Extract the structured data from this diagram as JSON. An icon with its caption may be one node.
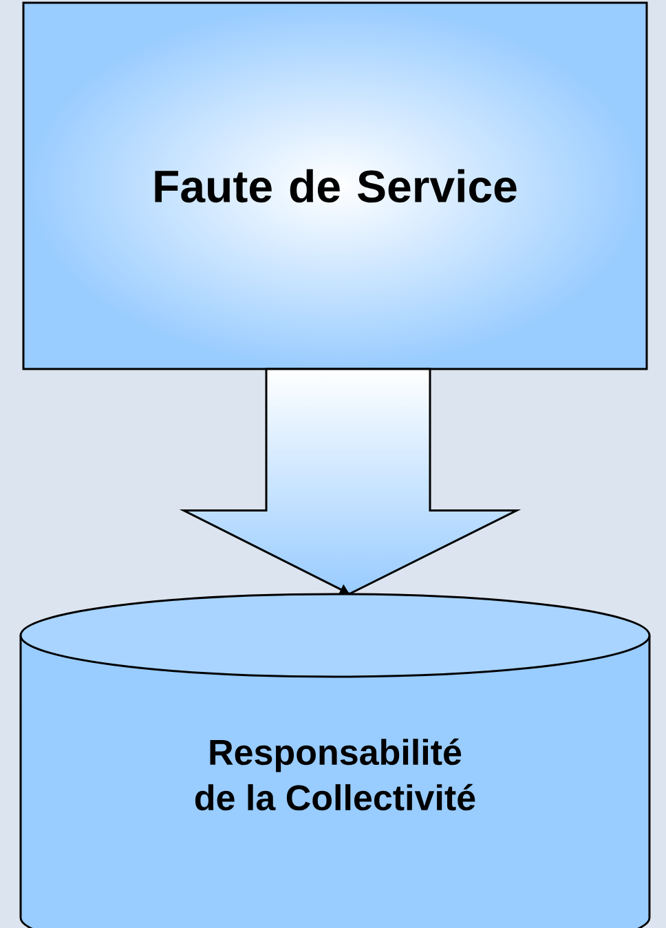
{
  "diagram": {
    "nodes": [
      {
        "text": [
          "Faute de Service"
        ]
      },
      {
        "text": [
          "Responsabilité de la Collectivité"
        ]
      }
    ],
    "edges": [
      {
        "from": 0,
        "to": 1,
        "arrow": "to"
      }
    ]
  }
}
